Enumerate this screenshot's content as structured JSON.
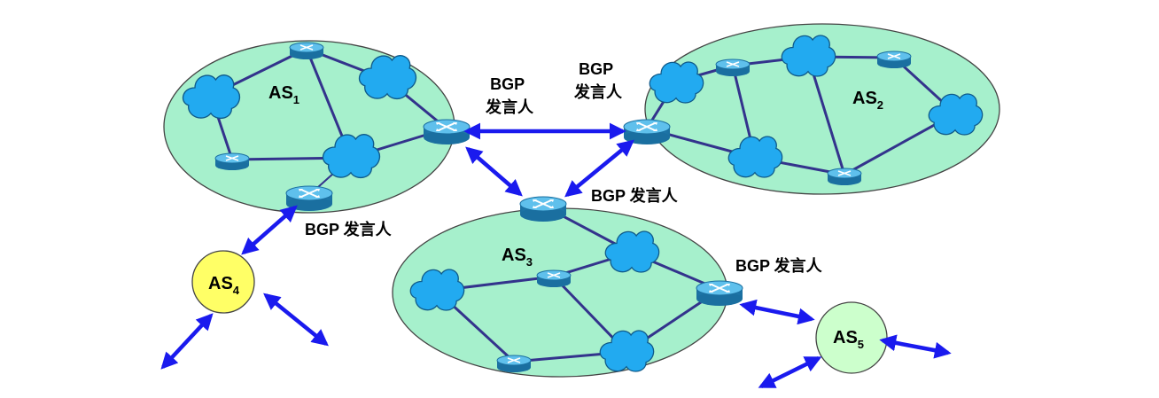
{
  "colors": {
    "as_region": "#a6f0cc",
    "as4_fill": "#ffff66",
    "as5_fill": "#ccffcc",
    "link": "#33338c",
    "arrow": "#1a1aee",
    "cloud": "#22aaf0",
    "router": "#2a8fc8"
  },
  "icons": {
    "router": "router-icon",
    "network": "cloud-network-icon"
  },
  "as_labels": {
    "as1": {
      "text": "AS",
      "sub": "1"
    },
    "as2": {
      "text": "AS",
      "sub": "2"
    },
    "as3": {
      "text": "AS",
      "sub": "3"
    },
    "as4": {
      "text": "AS",
      "sub": "4"
    },
    "as5": {
      "text": "AS",
      "sub": "5"
    }
  },
  "speaker_labels": {
    "as1_top": {
      "line1": "BGP",
      "line2": "发言人"
    },
    "as2_top": {
      "line1": "BGP",
      "line2": "发言人"
    },
    "as3_top": "BGP 发言人",
    "as1_bottom": "BGP 发言人",
    "as3_right": "BGP 发言人"
  }
}
